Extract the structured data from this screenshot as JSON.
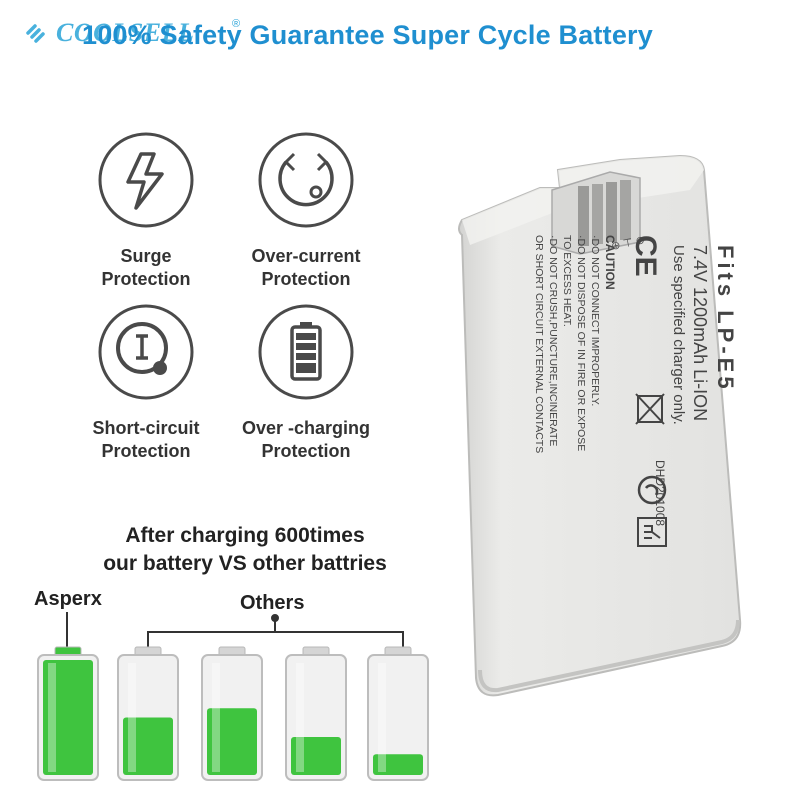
{
  "header": {
    "brand": "COOLSELL",
    "brand_mark": "®",
    "headline": "100% Safety Guarantee Super Cycle Battery"
  },
  "features": [
    {
      "icon": "lightning-icon",
      "line1": "Surge",
      "line2": "Protection"
    },
    {
      "icon": "power-cycle-icon",
      "line1": "Over-current",
      "line2": "Protection"
    },
    {
      "icon": "short-circuit-icon",
      "line1": "Short-circuit",
      "line2": "Protection"
    },
    {
      "icon": "battery-charge-icon",
      "line1": "Over -charging",
      "line2": "Protection"
    }
  ],
  "comparison": {
    "title_line1": "After charging 600times",
    "title_line2": "our battery VS other battries",
    "ours_label": "Asperx",
    "others_label": "Others",
    "levels": [
      1.0,
      0.5,
      0.58,
      0.33,
      0.18
    ]
  },
  "battery_label": {
    "model": "Fits LP-E5",
    "spec": "7.4V 1200mAh Li-ION",
    "note": "Use specified charger only.",
    "caution_title": "CAUTION",
    "caution_lines": [
      "·DO NOT CONNECT IMPROPERLY.",
      "·DO NOT DISPOSE OF IN FIRE OR EXPOSE",
      "TO EXCESS HEAT.",
      "·DO NOT CRUSH,PUNCTURE,INCINERATE",
      "OR SHORT CIRCUIT EXTERNAL CONTACTS"
    ],
    "ce_mark": "CE",
    "code": "DHD201008",
    "terminals": "⊕ ⊤ ⊖"
  },
  "colors": {
    "headline": "#1f8fd0",
    "green": "#3fc43f",
    "battery_body": "#e6e6e4"
  }
}
